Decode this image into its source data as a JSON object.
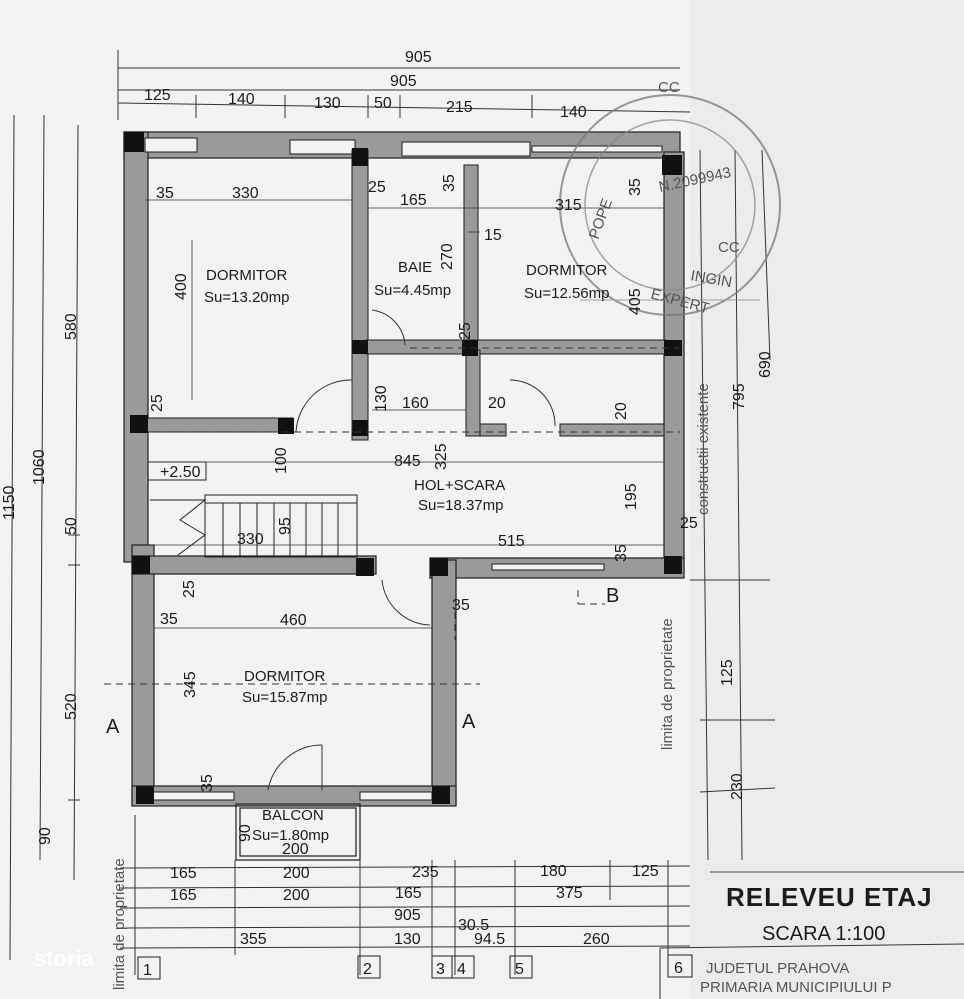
{
  "title": "RELEVEU ETAJ",
  "scale": "SCARA 1:100",
  "institution": {
    "line1": "JUDETUL PRAHOVA",
    "line2": "PRIMARIA MUNICIPIULUI P"
  },
  "watermark": "storia",
  "rooms": {
    "bedroom_nw": {
      "name": "DORMITOR",
      "area": "Su=13.20mp"
    },
    "bath": {
      "name": "BAIE",
      "area": "Su=4.45mp"
    },
    "bedroom_ne": {
      "name": "DORMITOR",
      "area": "Su=12.56mp"
    },
    "hall": {
      "name": "HOL+SCARA",
      "area": "Su=18.37mp"
    },
    "bedroom_s": {
      "name": "DORMITOR",
      "area": "Su=15.87mp"
    },
    "balcony": {
      "name": "BALCON",
      "area": "Su=1.80mp"
    }
  },
  "labels": {
    "level": "+2.50",
    "section_a": "A",
    "section_b": "B",
    "limit": "limita de proprietate",
    "existing": "constructii existente",
    "stamp_a": "CC",
    "stamp_b": "CC",
    "stamp_no": "N.2099943",
    "stamp_name": "POPE",
    "stamp_ingin": "INGIN",
    "stamp_expert": "EXPERT"
  },
  "dims_top": {
    "total_a": "905",
    "total_b": "905",
    "t1": "125",
    "t2": "140",
    "t3": "130",
    "t4": "50",
    "t5": "215",
    "t6": "140"
  },
  "dims_left": {
    "l1150": "1150",
    "l1060": "1060",
    "l580": "580",
    "l50": "50",
    "l520": "520",
    "l90": "90"
  },
  "dims_interior": {
    "d35a": "35",
    "d330a": "330",
    "d25a": "25",
    "d165": "165",
    "d35b": "35",
    "d315": "315",
    "d35c": "35",
    "d270": "270",
    "d15": "15",
    "d400": "400",
    "d405": "405",
    "d25b": "25",
    "d25c": "25",
    "d130": "130",
    "d160": "160",
    "d20a": "20",
    "d20b": "20",
    "d845": "845",
    "d325": "325",
    "d100": "100",
    "d195": "195",
    "d25d": "25",
    "d95": "95",
    "d330b": "330",
    "d515": "515",
    "d35d": "35",
    "d25e": "25",
    "d35e": "35",
    "d35f": "35",
    "d460": "460",
    "d345": "345",
    "d35g": "35",
    "d200": "200",
    "d90": "90"
  },
  "dims_right": {
    "r690": "690",
    "r795": "795",
    "r125": "125",
    "r230": "230"
  },
  "dims_bottom": {
    "row1": [
      "165",
      "200",
      "235",
      "180",
      "125"
    ],
    "row2": [
      "165",
      "200",
      "165",
      "375"
    ],
    "row3": [
      "905"
    ],
    "row4a": [
      "30.5"
    ],
    "row4": [
      "355",
      "130",
      "94.5",
      "260"
    ]
  },
  "axes": [
    "1",
    "2",
    "3",
    "4",
    "5",
    "6"
  ]
}
